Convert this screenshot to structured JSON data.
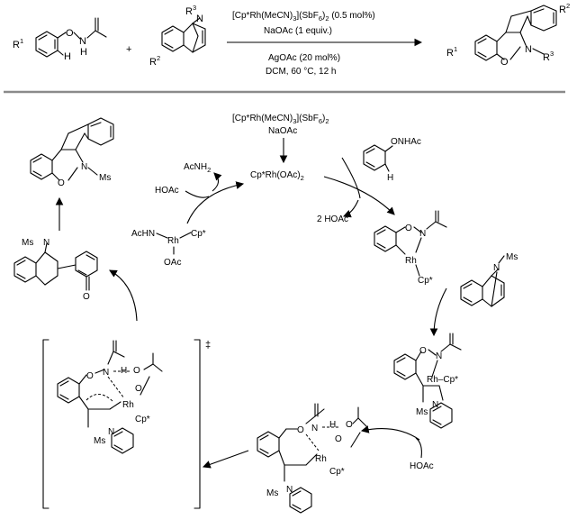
{
  "top_reaction": {
    "r1": "R",
    "r1_sup": "1",
    "reagent1_h": "H",
    "reagent1_o": "O",
    "reagent1_nh": "N",
    "reagent1_nh_h": "H",
    "plus": "+",
    "r3": "R",
    "r3_sup": "3",
    "r3_n": "N",
    "r2": "R",
    "r2_sup": "2",
    "catalyst_a": "[Cp*Rh(MeCN)",
    "catalyst_sub1": "3",
    "catalyst_b": "](SbF",
    "catalyst_sub2": "6",
    "catalyst_c": ")",
    "catalyst_sub3": "2",
    "catalyst_loading": " (0.5 mol%)",
    "base": "NaOAc (1 equiv.)",
    "additive": "AgOAc (20 mol%)",
    "conditions": "DCM, 60 °C, 12 h",
    "product_r1": "R",
    "product_r1_sup": "1",
    "product_o": "O",
    "product_n": "N",
    "product_r3": "R",
    "product_r3_sup": "3",
    "product_r2": "R",
    "product_r2_sup": "2"
  },
  "cycle": {
    "precat_a": "[Cp*Rh(MeCN)",
    "precat_sub1": "3",
    "precat_b": "](SbF",
    "precat_sub2": "6",
    "precat_c": ")",
    "precat_sub3": "2",
    "precat_base": "NaOAc",
    "active_cat_a": "Cp*Rh(OAc)",
    "active_cat_sub": "2",
    "substrate_label": "ONHAc",
    "substrate_h": "H",
    "byproduct_hoac2": "2 HOAc",
    "acnh2": "AcNH",
    "acnh2_sub": "2",
    "hoac_left": "HOAc",
    "hoac_right": "HOAc",
    "rh_label": "Rh",
    "cp_label": "Cp*",
    "acHN_label": "AcHN",
    "oac_label": "OAc",
    "ms_label": "Ms",
    "n_label": "N",
    "o_label": "O",
    "h_label": "H",
    "dagger": "‡",
    "rh_cp": "Rh–Cp*"
  }
}
